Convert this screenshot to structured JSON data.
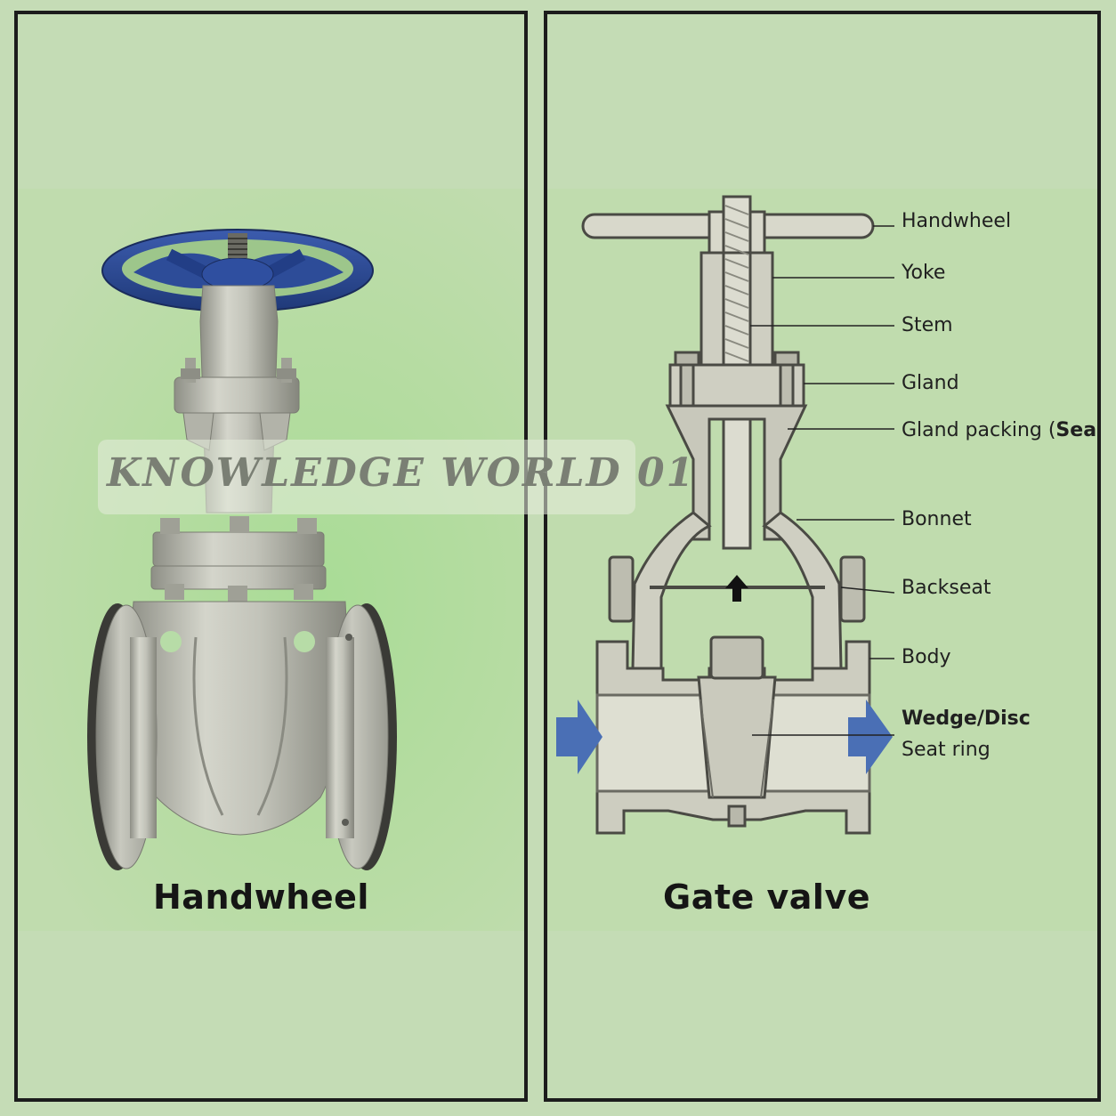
{
  "left": {
    "caption": "Handwheel",
    "colors": {
      "handwheel": "#2c4b98",
      "body": "#bcbdb3"
    }
  },
  "right": {
    "caption": "Gate valve",
    "labels": {
      "handwheel": "Handwheel",
      "yoke": "Yoke",
      "stem": "Stem",
      "gland": "Gland",
      "gland_packing": "Gland packing (",
      "gland_packing_seal": "Seal",
      "gland_packing_close": ")",
      "bonnet": "Bonnet",
      "backseat": "Backseat",
      "body": "Body",
      "wedge_disc": "Wedge/Disc",
      "seat_ring": "Seat ring"
    },
    "colors": {
      "flow_arrow": "#4a6fb5",
      "metal": "#d9d8cc",
      "outline": "#4a4a44"
    }
  },
  "watermark": "KNOWLEDGE WORLD 01"
}
